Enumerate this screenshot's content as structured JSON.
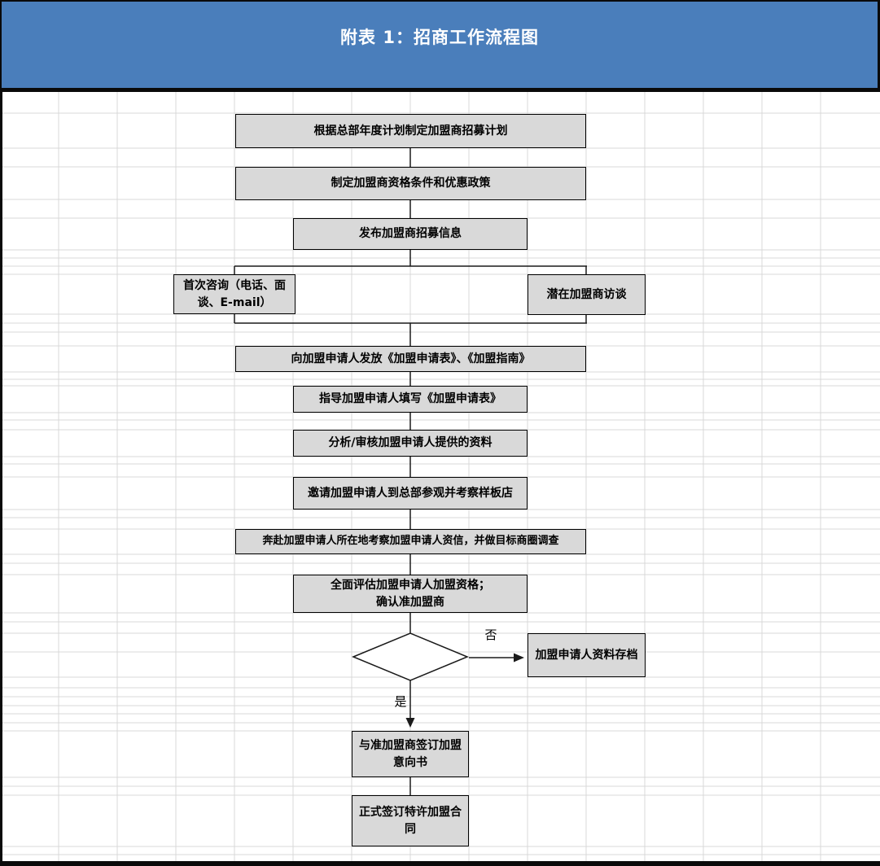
{
  "title": "附表 1：招商工作流程图",
  "flow": {
    "steps": [
      {
        "label": "根据总部年度计划制定加盟商招募计划"
      },
      {
        "label": "制定加盟商资格条件和优惠政策"
      },
      {
        "label": "发布加盟商招募信息"
      },
      {
        "label": "首次咨询（电话、面\n谈、E-mail）"
      },
      {
        "label": "潜在加盟商访谈"
      },
      {
        "label": "向加盟申请人发放《加盟申请表》、《加盟指南》"
      },
      {
        "label": "指导加盟申请人填写《加盟申请表》"
      },
      {
        "label": "分析/审核加盟申请人提供的资料"
      },
      {
        "label": "邀请加盟申请人到总部参观并考察样板店"
      },
      {
        "label": "奔赴加盟申请人所在地考察加盟申请人资信，并做目标商圈调查"
      },
      {
        "label": "全面评估加盟申请人加盟资格；\n确认准加盟商"
      },
      {
        "label": "加盟申请人资料存档"
      },
      {
        "label": "与准加盟商签订加盟\n意向书"
      },
      {
        "label": "正式签订特许加盟合\n同"
      }
    ],
    "decision": {
      "no_label": "否",
      "yes_label": "是"
    }
  },
  "colors": {
    "banner_blue": "#4A7EBB",
    "title_text": "#FFFFFF",
    "box_fill": "#D9D9D9",
    "box_border": "#000000",
    "grid_line": "#D9D9D9",
    "connector": "#1A1A1A"
  }
}
